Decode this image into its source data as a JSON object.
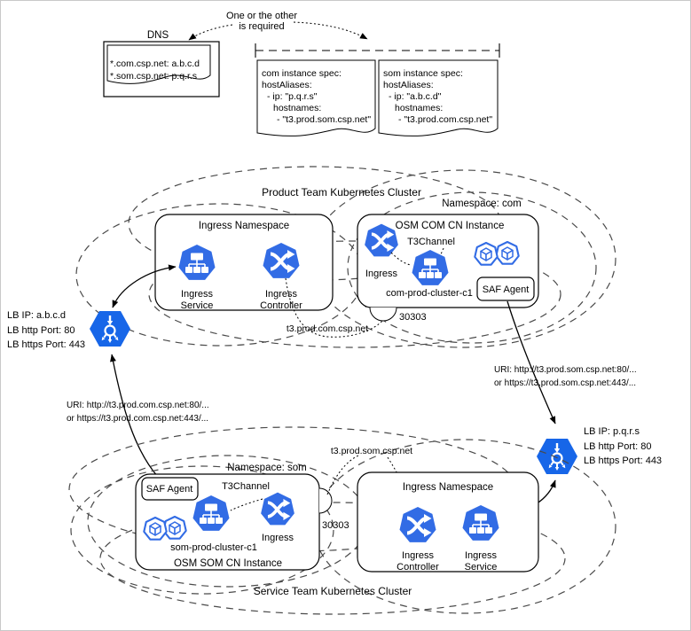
{
  "colors": {
    "k8s_blue": "#326CE5",
    "lb_blue": "#1766E8",
    "cloud_dash_gray": "#4a4a4a",
    "canvas_border": "#c9c9c9"
  },
  "icons": {
    "load_balancer": "load-balancer-icon",
    "k8s_service": "k8s-service-tree-icon",
    "k8s_ingress": "k8s-ingress-crossed-arrows-icon",
    "k8s_pods": "k8s-pods-cubes-icon"
  },
  "dns": {
    "title": "DNS",
    "lines": [
      "*.com.csp.net: a.b.c.d",
      "*.som.csp.net: p.q.r.s"
    ]
  },
  "annotation": {
    "lines": [
      "One or the other",
      "is required"
    ]
  },
  "com_spec": {
    "lines": [
      "com instance spec:",
      "hostAliases:",
      "- ip: \"p.q.r.s\"",
      "hostnames:",
      "- \"t3.prod.som.csp.net\""
    ]
  },
  "som_spec": {
    "lines": [
      "som instance spec:",
      "hostAliases:",
      "- ip: \"a.b.c.d\"",
      "hostnames:",
      "- \"t3.prod.com.csp.net\""
    ]
  },
  "product_cluster": {
    "label": "Product Team Kubernetes Cluster",
    "ingress_ns": {
      "title": "Ingress Namespace",
      "service_label": [
        "Ingress",
        "Service"
      ],
      "controller_label": [
        "Ingress",
        "Controller"
      ]
    },
    "namespace_label": "Namespace: com",
    "instance": {
      "title": "OSM COM CN Instance",
      "ingress_label": "Ingress",
      "t3channel_label": "T3Channel",
      "cluster_label": "com-prod-cluster-c1",
      "saf_agent_label": "SAF Agent",
      "port_label": "30303"
    }
  },
  "service_cluster": {
    "label": "Service Team Kubernetes Cluster",
    "ingress_ns": {
      "title": "Ingress Namespace",
      "service_label": [
        "Ingress",
        "Service"
      ],
      "controller_label": [
        "Ingress",
        "Controller"
      ]
    },
    "namespace_label": "Namespace: som",
    "instance": {
      "title": "OSM SOM CN Instance",
      "ingress_label": "Ingress",
      "t3channel_label": "T3Channel",
      "cluster_label": "som-prod-cluster-c1",
      "saf_agent_label": "SAF Agent",
      "port_label": "30303"
    }
  },
  "lb_left": {
    "lines": [
      "LB IP: a.b.c.d",
      "LB http Port: 80",
      "LB https Port: 443"
    ]
  },
  "lb_right": {
    "lines": [
      "LB IP: p.q.r.s",
      "LB http Port: 80",
      "LB https Port: 443"
    ]
  },
  "uri_left": {
    "lines": [
      "URI: http://t3.prod.com.csp.net:80/...",
      "or https://t3.prod.com.csp.net:443/..."
    ]
  },
  "uri_right": {
    "lines": [
      "URI: http://t3.prod.som.csp.net:80/...",
      "or https://t3.prod.som.csp.net:443/..."
    ]
  },
  "t3_com_label": "t3.prod.com.csp.net",
  "t3_som_label": "t3.prod.som.csp.net"
}
